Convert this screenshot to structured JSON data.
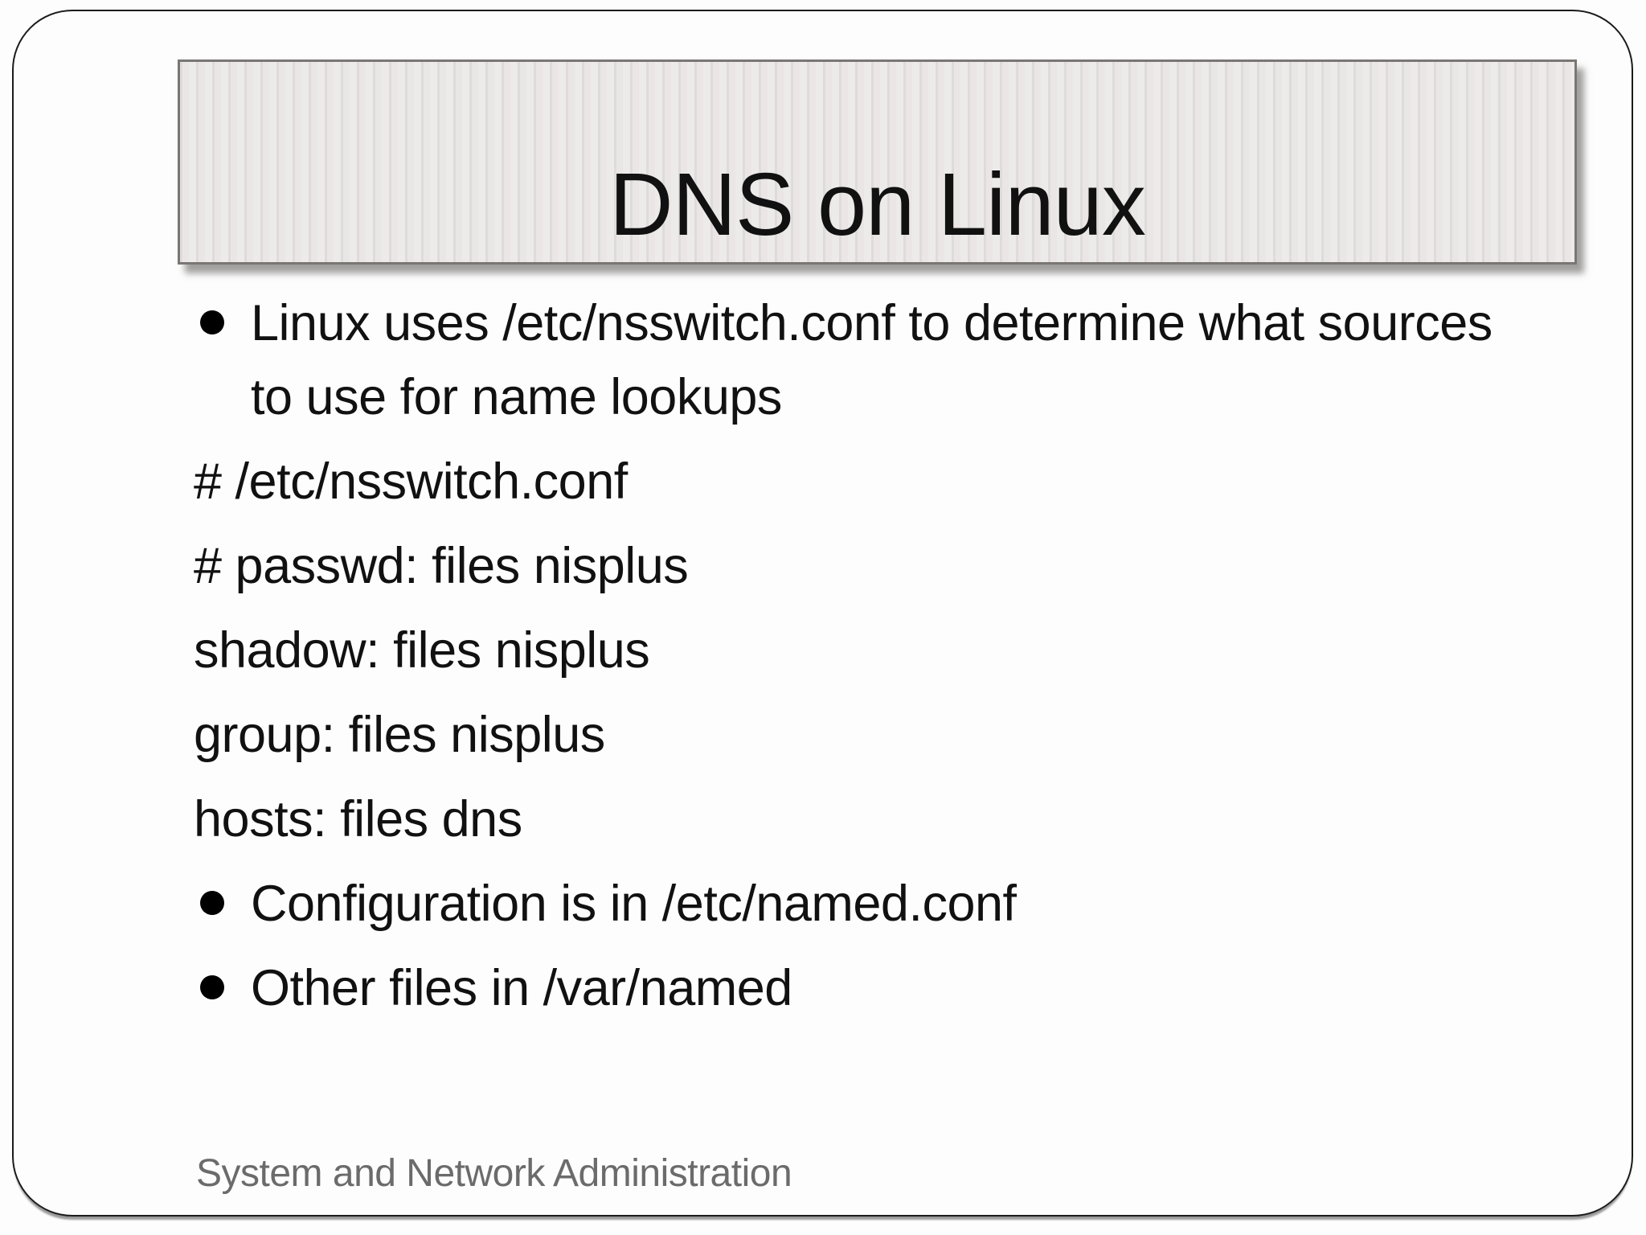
{
  "slide": {
    "title": "DNS on Linux",
    "content": [
      {
        "type": "bullet",
        "text": "Linux uses /etc/nsswitch.conf to determine what sources to use for name lookups"
      },
      {
        "type": "plain",
        "text": "# /etc/nsswitch.conf"
      },
      {
        "type": "plain",
        "text": "# passwd: files nisplus"
      },
      {
        "type": "plain",
        "text": "shadow: files nisplus"
      },
      {
        "type": "plain",
        "text": "group: files nisplus"
      },
      {
        "type": "plain",
        "text": "hosts: files dns"
      },
      {
        "type": "bullet",
        "text": "Configuration is in /etc/named.conf"
      },
      {
        "type": "bullet",
        "text": "Other files in /var/named"
      }
    ],
    "footer": "System and Network Administration",
    "colors": {
      "text": "#111111",
      "footer_text": "#6b6b6b",
      "titlebar_bg": "#e9e6e5",
      "titlebar_border": "#7a7674",
      "frame_border": "#1b1b1b",
      "bullet": "#000000"
    }
  }
}
